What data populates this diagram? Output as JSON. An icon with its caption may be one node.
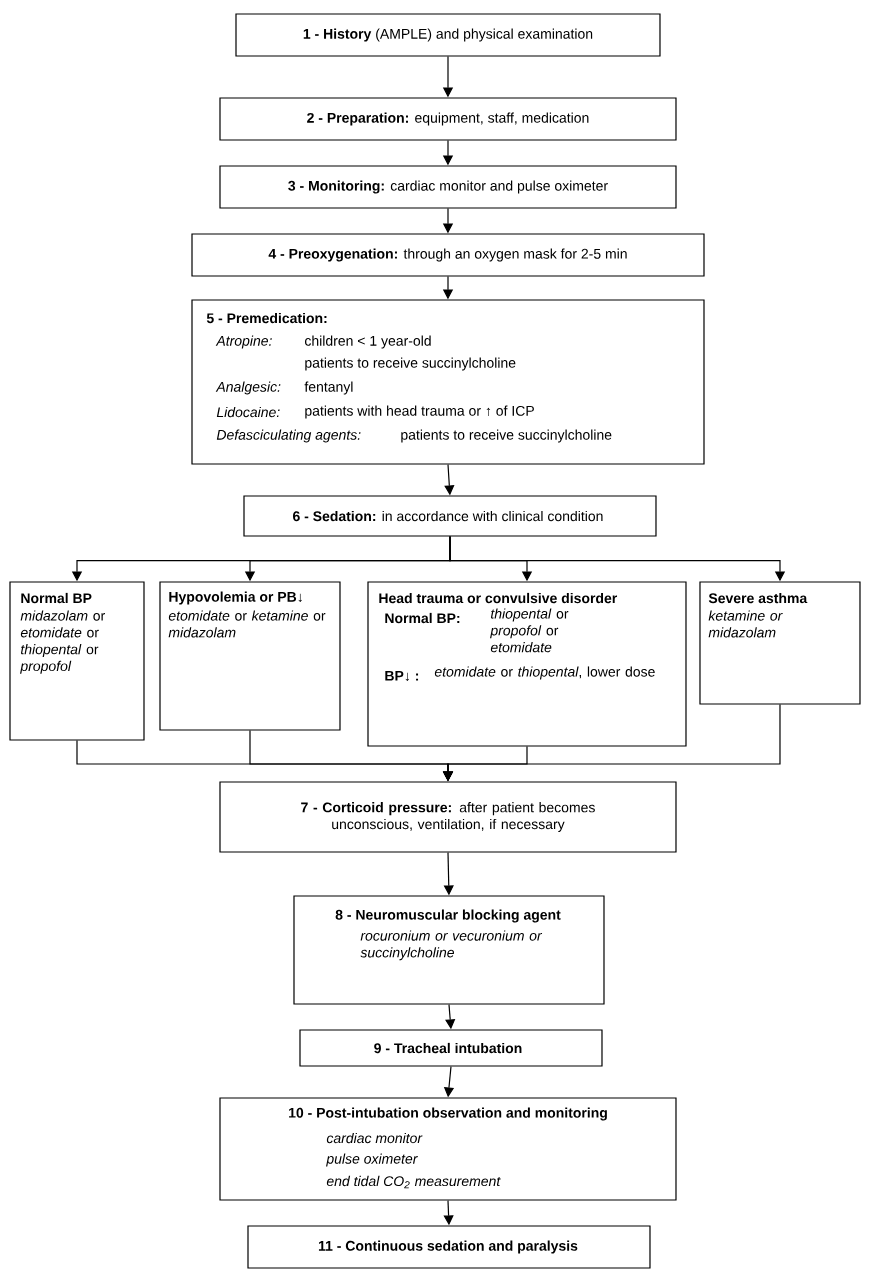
{
  "diagram": {
    "nodes": [
      {
        "text": [
          "**1 - History** (AMPLE) and physical examination"
        ]
      },
      {
        "text": [
          "**2 - Preparation:** equipment, staff, medication"
        ]
      },
      {
        "text": [
          "**3 - Monitoring:** cardiac monitor and pulse oximeter"
        ]
      },
      {
        "text": [
          "**4 - Preoxygenation:** through an oxygen mask for 2-5 min"
        ]
      },
      {
        "text": [
          "5 - Premedication:",
          "Atropine:",
          "children < 1 year-old",
          "patients to receive succinylcholine",
          "Analgesic:",
          "fentanyl",
          "Lidocaine:",
          "patients with head trauma or ↑ of ICP",
          "Defasciculating agents:",
          "patients to receive succinylcholine"
        ]
      },
      {
        "text": [
          "**6 - Sedation:** in accordance with clinical condition"
        ]
      },
      {
        "text": [
          "Normal BP",
          "*midazolam* or *etomidate* or *thiopental* or *propofol*"
        ]
      },
      {
        "text": [
          "Hypovolemia or PB↓",
          "*etomidate* or *ketamine* or *midazolam*"
        ]
      },
      {
        "text": [
          "Head trauma or convulsive disorder",
          "Normal BP:",
          "*thiopental* or *propofol* or *etomidate*",
          "BP↓ :",
          "*etomidate* or *thiopental*, lower dose"
        ]
      },
      {
        "text": [
          "Severe asthma",
          "ketamine or midazolam"
        ]
      },
      {
        "text": [
          "**7 - Corticoid pressure:** after patient becomes unconscious, ventilation, if necessary"
        ]
      },
      {
        "text": [
          "8 - Neuromuscular blocking agent",
          "rocuronium or vecuronium or succinylcholine"
        ]
      },
      {
        "text": [
          "9 - Tracheal intubation"
        ]
      },
      {
        "text": [
          "10 - Post-intubation observation and monitoring",
          "cardiac monitor",
          "pulse oximeter",
          "end tidal CO$_{2}$ measurement"
        ]
      },
      {
        "text": [
          "11 - Continuous sedation and paralysis"
        ]
      }
    ],
    "edges": [
      {
        "from": 0,
        "to": 1,
        "arrow": "to"
      },
      {
        "from": 1,
        "to": 2,
        "arrow": "to"
      },
      {
        "from": 2,
        "to": 3,
        "arrow": "to"
      },
      {
        "from": 3,
        "to": 4,
        "arrow": "to"
      },
      {
        "from": 4,
        "to": 5,
        "arrow": "to"
      },
      {
        "from": 5,
        "to": 6,
        "arrow": "to"
      },
      {
        "from": 5,
        "to": 7,
        "arrow": "to"
      },
      {
        "from": 5,
        "to": 8,
        "arrow": "to"
      },
      {
        "from": 5,
        "to": 9,
        "arrow": "to"
      },
      {
        "from": 6,
        "to": 10,
        "arrow": "to"
      },
      {
        "from": 7,
        "to": 10,
        "arrow": "to"
      },
      {
        "from": 8,
        "to": 10,
        "arrow": "to"
      },
      {
        "from": 9,
        "to": 10,
        "arrow": "to"
      },
      {
        "from": 10,
        "to": 11,
        "arrow": "to"
      },
      {
        "from": 11,
        "to": 12,
        "arrow": "to"
      },
      {
        "from": 12,
        "to": 13,
        "arrow": "to"
      },
      {
        "from": 13,
        "to": 14,
        "arrow": "to"
      }
    ]
  }
}
